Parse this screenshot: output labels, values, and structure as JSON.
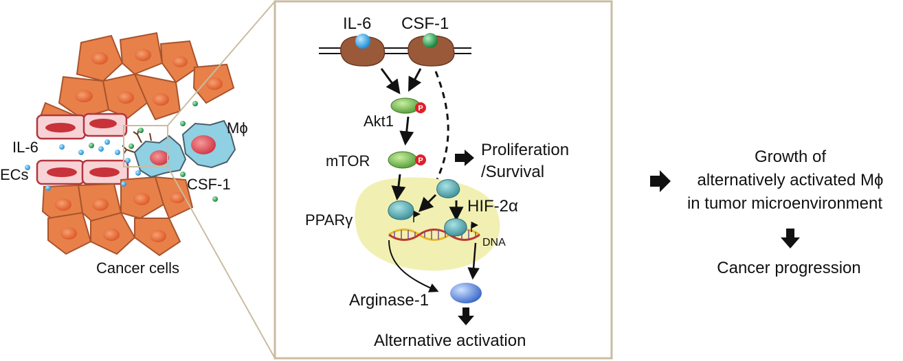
{
  "left_panel": {
    "label_il6": "IL-6",
    "label_ecs": "ECs",
    "label_macrophage": "Mϕ",
    "label_csf1": "CSF-1",
    "label_cancer_cells": "Cancer cells"
  },
  "pathway": {
    "receptor_il6": "IL-6",
    "receptor_csf1": "CSF-1",
    "akt1": "Akt1",
    "mtor": "mTOR",
    "phospho": "P",
    "proliferation": "Proliferation",
    "survival": "/Survival",
    "pparg": "PPARγ",
    "hif2a": "HIF-2α",
    "dna": "DNA",
    "arginase": "Arginase-1",
    "alternative_activation": "Alternative activation"
  },
  "outcome": {
    "line1": "Growth of",
    "line2": "alternatively activated Mϕ",
    "line3": "in tumor microenvironment",
    "progression": "Cancer progression"
  },
  "colors": {
    "cancer_cell_fill": "#e8804a",
    "cancer_cell_edge": "#a8532b",
    "cancer_nucleus": "#e0582a",
    "ec_fill": "#f7d3d6",
    "ec_edge": "#b3343c",
    "ec_nucleus": "#c8323a",
    "macrophage_fill": "#8fd0e3",
    "macrophage_edge": "#4a5d6a",
    "macrophage_nucleus": "#d63a46",
    "il6_dot": "#29a3e0",
    "csf1_dot": "#1f9e4a",
    "receptor": "#9a5a3a",
    "akt_mtor": "#6fb04a",
    "phospho_badge": "#e0202a",
    "nucleus_region": "#f1f0b2",
    "tf_protein": "#4eaab2",
    "arginase": "#4a7fd8",
    "frame": "#c9bca0"
  }
}
